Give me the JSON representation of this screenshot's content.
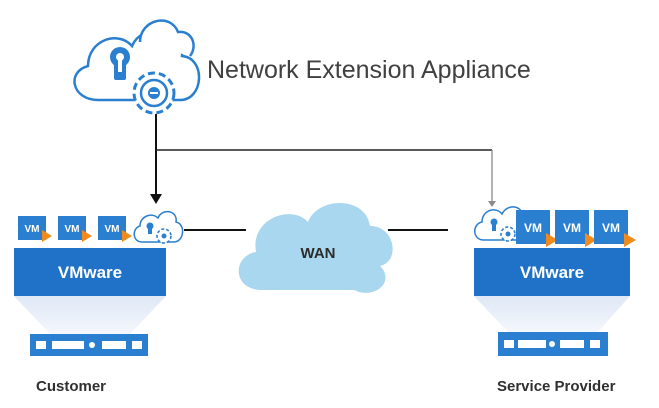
{
  "title": "Network Extension Appliance",
  "wan_label": "WAN",
  "vm_label": "VM",
  "customer": {
    "platform": "VMware",
    "site_label": "Customer"
  },
  "provider": {
    "platform": "VMware",
    "site_label": "Service Provider"
  },
  "colors": {
    "vm_blue": "#2a7fd0",
    "platform_blue": "#1f72c8",
    "cloud_light": "#a9d7ef",
    "cloud_outline": "#2a7fd0",
    "arrow_orange": "#f08a1c",
    "beam": "#e8eef8",
    "server": "#2a7fd0"
  }
}
